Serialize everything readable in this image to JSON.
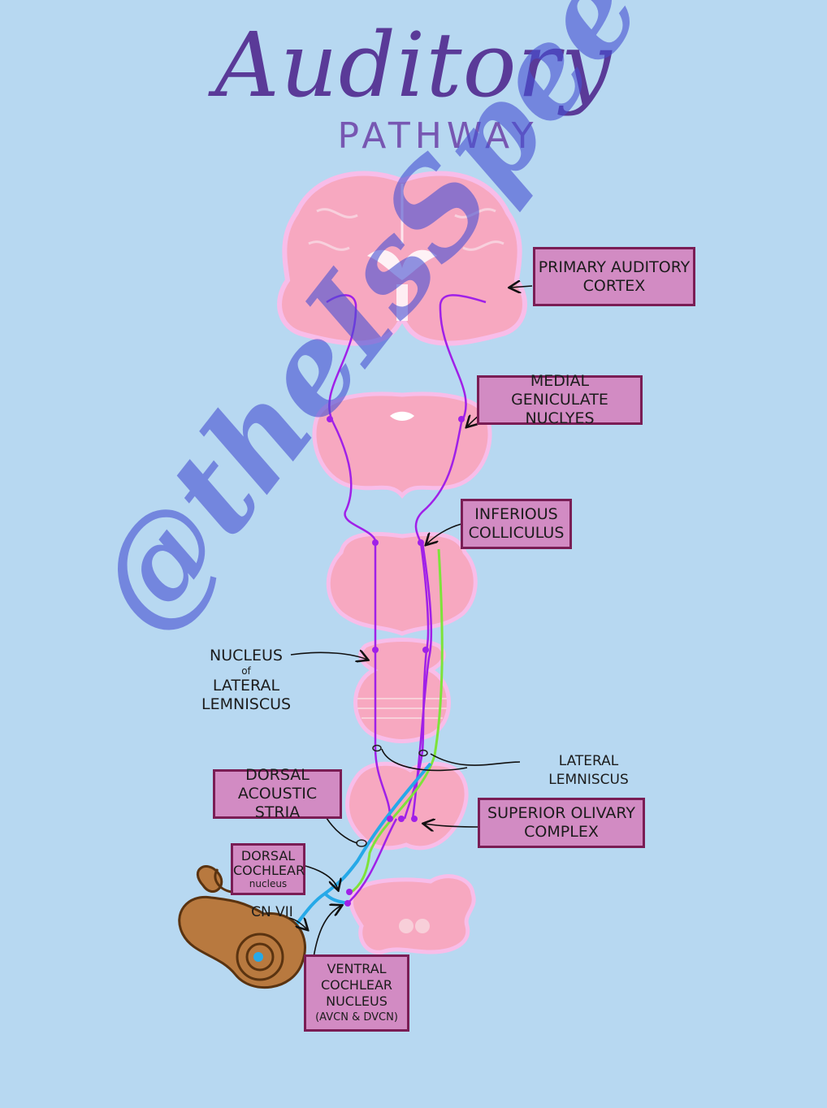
{
  "title": "Auditory",
  "subtitle": "PATHWAY",
  "watermark": "@theIsSpeechie",
  "colors": {
    "background": "#b7d8f1",
    "tissue": "#f7a8c0",
    "tissue_outline": "#f7b9ea",
    "neuron_path": "#a020e8",
    "cn_vii": "#26a9e8",
    "green_path": "#7de33a",
    "label_fill": "#d28bc3",
    "label_border": "#7a1d55",
    "cochlea": "#b8793f"
  },
  "labels": {
    "primary_auditory_cortex": [
      "PRIMARY AUDITORY",
      "CORTEX"
    ],
    "medial_geniculate": [
      "MEDIAL GENICULATE",
      "NUCLYES"
    ],
    "inferior_colliculus": [
      "INFERIOUS",
      "COLLICULUS"
    ],
    "nucleus_lateral_lemniscus": [
      "NUCLEUS",
      "of",
      "LATERAL",
      "LEMNISCUS"
    ],
    "lateral_lemniscus": "LATERAL LEMNISCUS",
    "dorsal_acoustic_stria": [
      "DORSAL",
      "ACOUSTIC STRIA"
    ],
    "superior_olivary": [
      "SUPERIOR OLIVARY",
      "COMPLEX"
    ],
    "dorsal_cochlear": [
      "DORSAL",
      "COCHLEAR",
      "nucleus"
    ],
    "cn_vii": "CN VII",
    "ventral_cochlear": [
      "VENTRAL",
      "COCHLEAR",
      "NUCLEUS",
      "(AVCN & DVCN)"
    ]
  }
}
